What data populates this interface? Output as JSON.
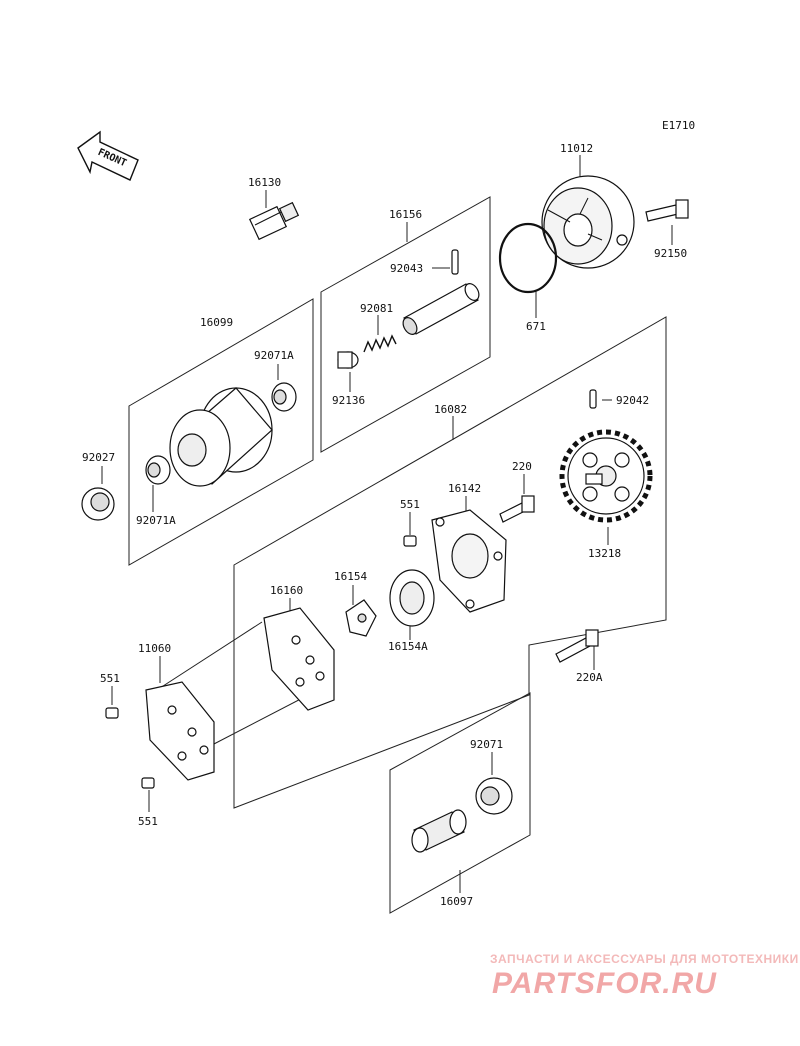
{
  "diagram_code": "E1710",
  "front_label": "FRONT",
  "parts": {
    "p16130": "16130",
    "p16156": "16156",
    "p92043": "92043",
    "p92081": "92081",
    "p92136": "92136",
    "p11012": "11012",
    "p92150": "92150",
    "p671": "671",
    "p16099": "16099",
    "p92071A_top": "92071A",
    "p92027": "92027",
    "p92071A_bottom": "92071A",
    "p16082": "16082",
    "p92042": "92042",
    "p220": "220",
    "p551_top": "551",
    "p16142": "16142",
    "p13218": "13218",
    "p16154": "16154",
    "p16154A": "16154A",
    "p16160": "16160",
    "p11060": "11060",
    "p551_left": "551",
    "p551_bottom": "551",
    "p220A": "220A",
    "p92071": "92071",
    "p16097": "16097"
  },
  "watermark": {
    "line1": "ЗАПЧАСТИ И АКСЕССУАРЫ ДЛЯ МОТОТЕХНИКИ",
    "line2": "PARTSFOR.RU"
  },
  "colors": {
    "watermark": "#f1a7a7",
    "line": "#222222"
  }
}
